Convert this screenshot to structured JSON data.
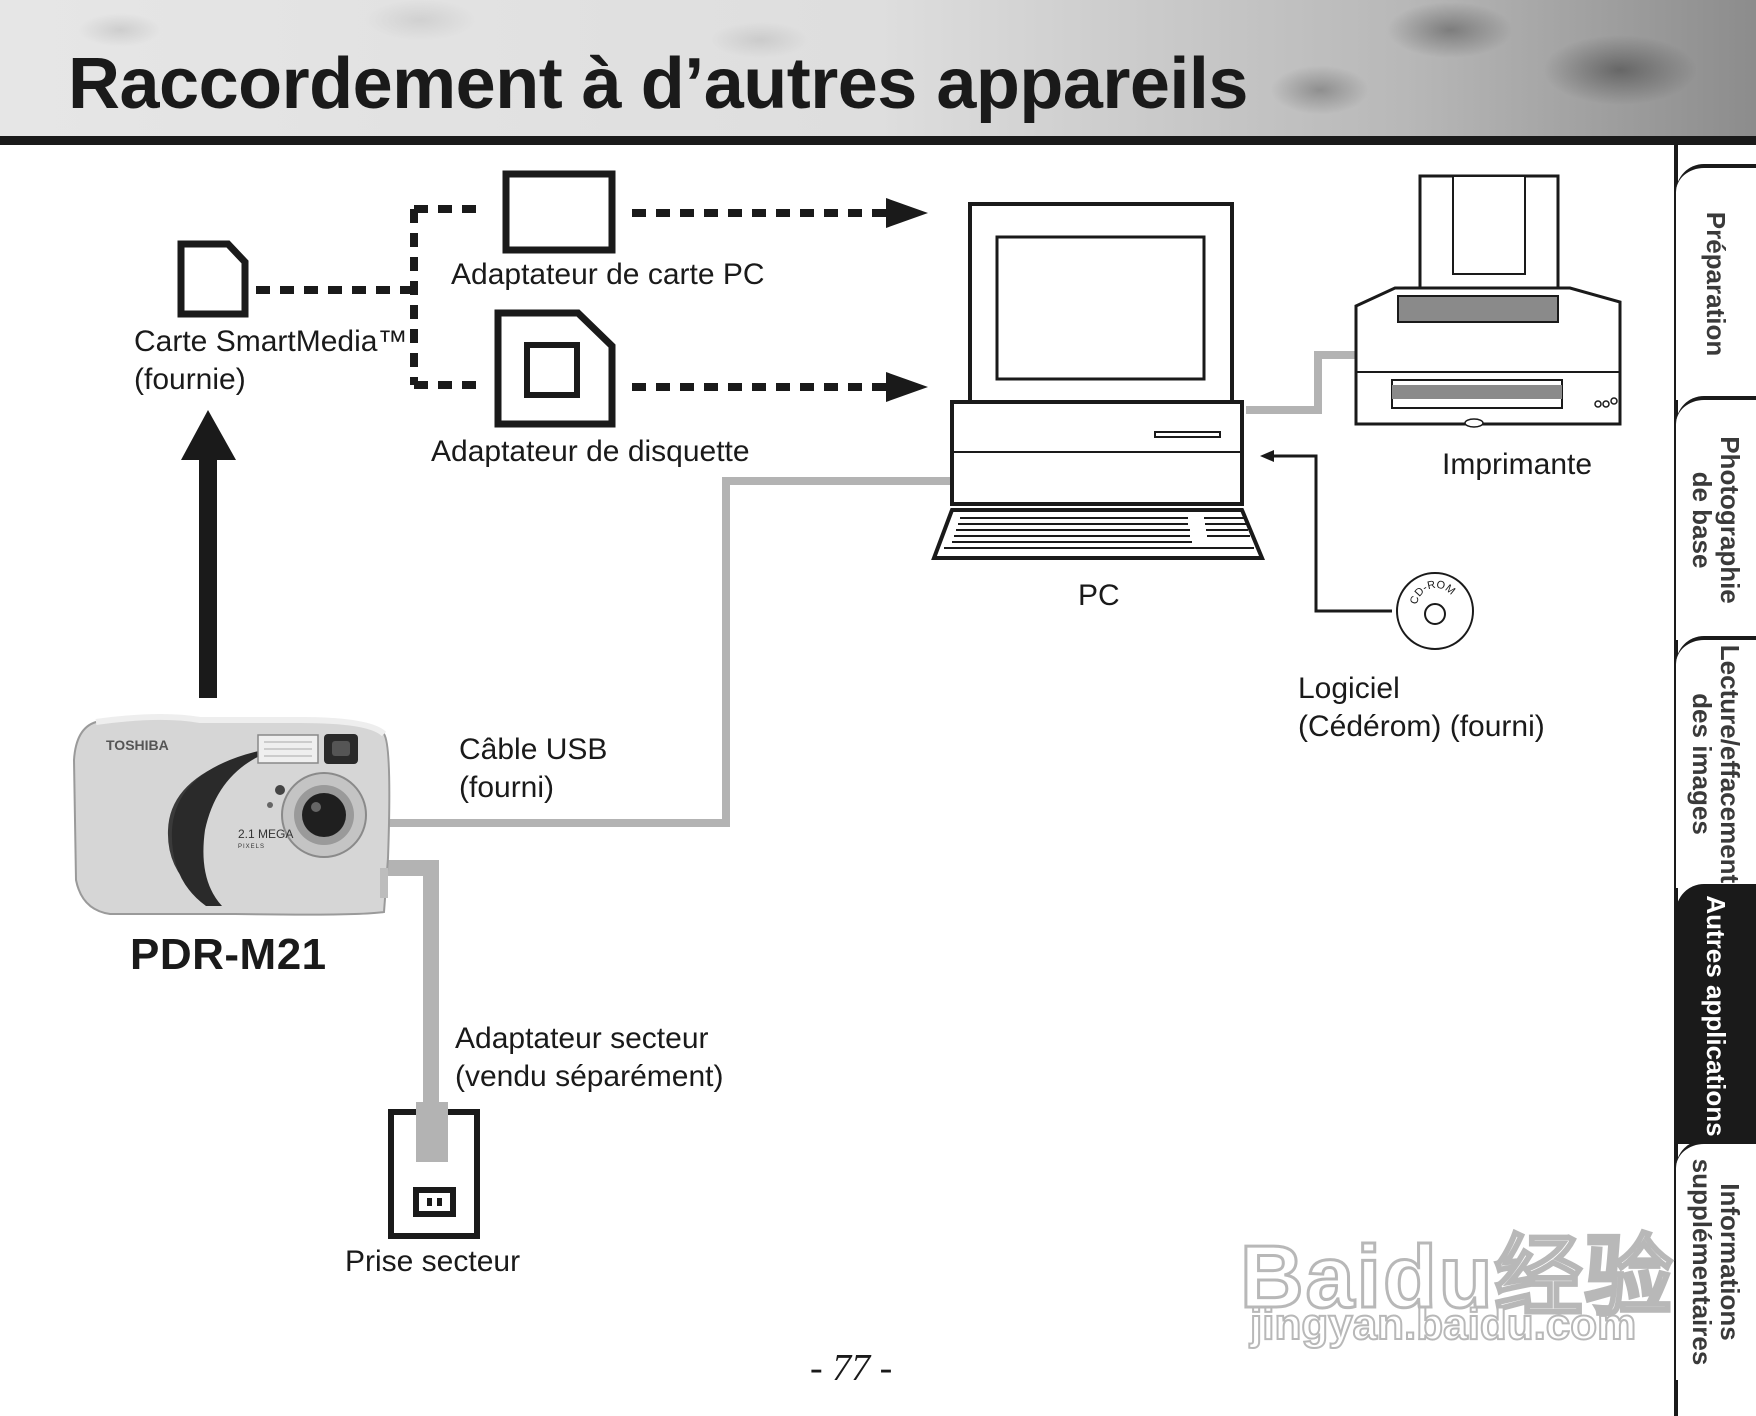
{
  "page": {
    "title": "Raccordement à d’autres appareils",
    "page_number": "- 77 -"
  },
  "diagram": {
    "smartmedia_label": [
      "Carte SmartMedia™",
      "(fournie)"
    ],
    "pc_card_adapter_label": "Adaptateur de carte PC",
    "floppy_adapter_label": "Adaptateur de disquette",
    "pc_label": "PC",
    "printer_label": "Imprimante",
    "software_label": [
      "Logiciel",
      "(Cédérom) (fourni)"
    ],
    "cdrom_text": "CD-ROM",
    "usb_cable_label": [
      "Câble USB",
      "(fourni)"
    ],
    "camera_model": "PDR-M21",
    "camera_brand": "TOSHIBA",
    "camera_badge": [
      "2.1 MEGA",
      "PIXELS"
    ],
    "ac_adapter_label": [
      "Adaptateur secteur",
      "(vendu séparément)"
    ],
    "outlet_label": "Prise secteur"
  },
  "side_tabs": [
    {
      "lines": [
        "Préparation"
      ],
      "active": false
    },
    {
      "lines": [
        "Photographie",
        "de base"
      ],
      "active": false
    },
    {
      "lines": [
        "Lecture/effacement",
        "des images"
      ],
      "active": false
    },
    {
      "lines": [
        "Autres applications"
      ],
      "active": true
    },
    {
      "lines": [
        "Informations",
        "supplémentaires"
      ],
      "active": false
    }
  ],
  "watermark": {
    "main": "Baidu经验",
    "sub": "jingyan.baidu.com"
  }
}
